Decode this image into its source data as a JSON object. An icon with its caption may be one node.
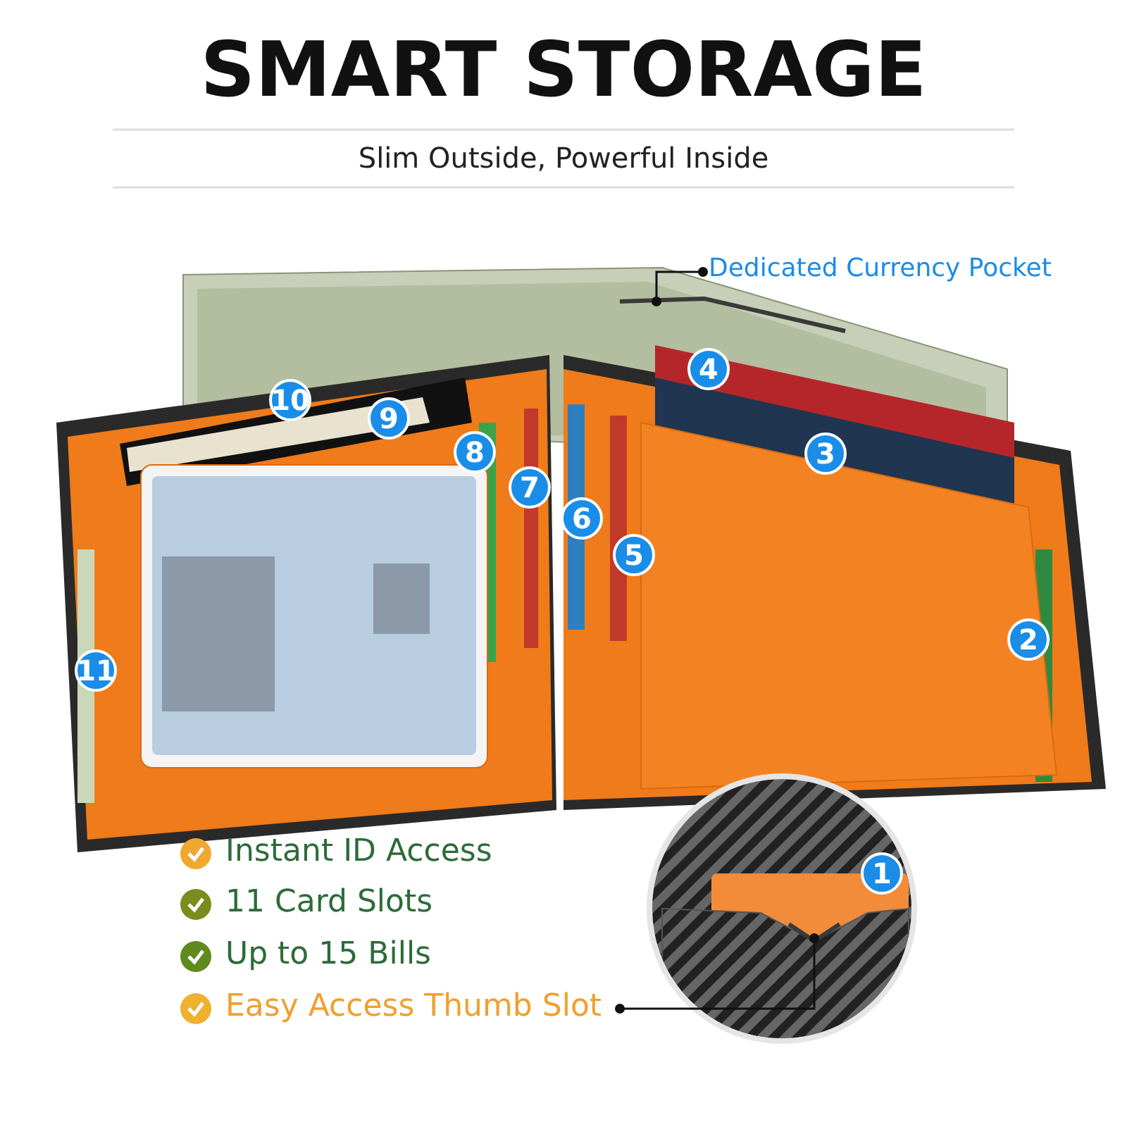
{
  "diagram": {
    "title": "SMART STORAGE",
    "nodes": [
      {
        "text": [
          "Dedicated Currency Pocket"
        ]
      },
      {
        "text": [],
        "shape": "box"
      },
      {
        "text": [
          "Easy Access Thumb Slot"
        ]
      },
      {
        "text": [],
        "shape": "box"
      }
    ],
    "edges": [
      {
        "from": 0,
        "to": 1,
        "arrow": "other"
      },
      {
        "from": 2,
        "to": 3,
        "arrow": "other"
      }
    ],
    "labels": [
      "Slim Outside, Powerful Inside",
      "4",
      "10",
      "9",
      "3",
      "8",
      "7",
      "6",
      "5",
      "2",
      "11",
      "Instant ID Access",
      "1",
      "11 Card Slots",
      "Up to 15 Bills"
    ]
  }
}
